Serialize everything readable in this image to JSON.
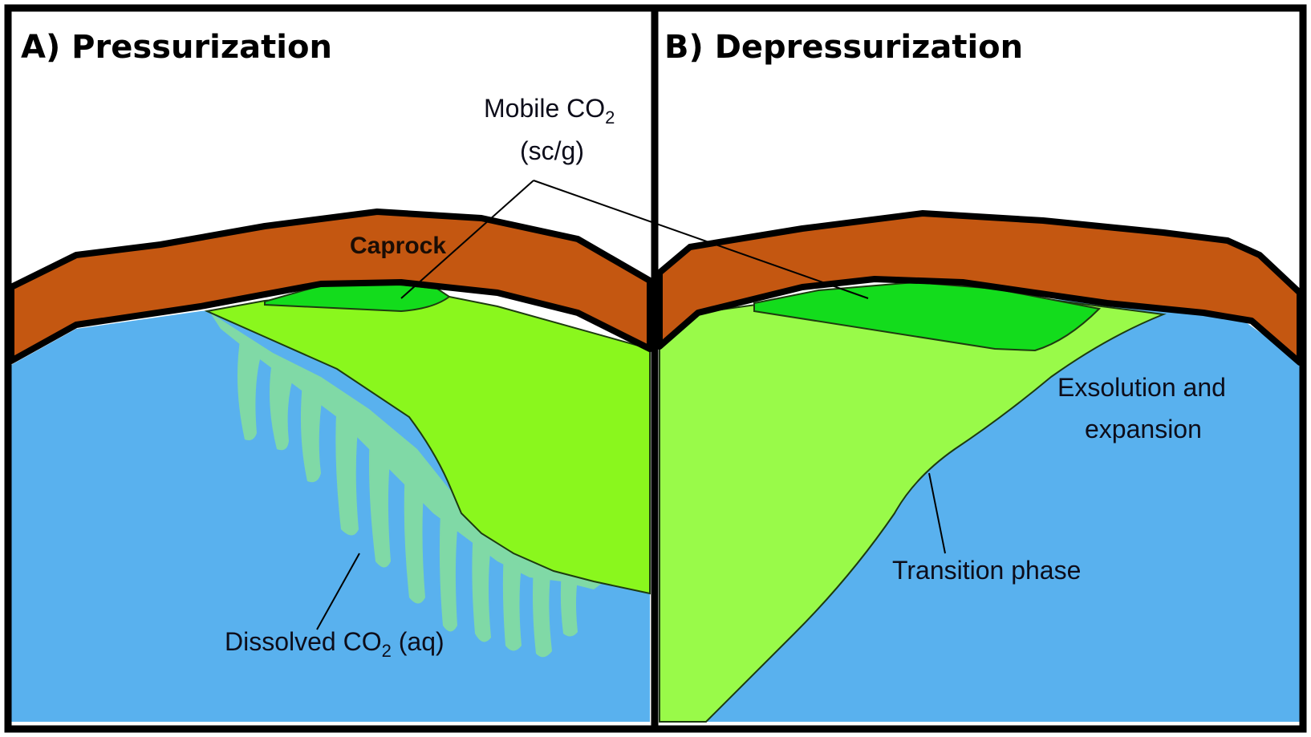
{
  "panels": {
    "a": {
      "title": "A) Pressurization"
    },
    "b": {
      "title": "B) Depressurization"
    }
  },
  "labels": {
    "caprock": "Caprock",
    "mobile_co2_main": "Mobile CO",
    "mobile_co2_sub": "2",
    "mobile_co2_phase": "(sc/g)",
    "dissolved_main": "Dissolved CO",
    "dissolved_sub": "2",
    "dissolved_suffix": " (aq)",
    "exsolution_line1": "Exsolution and",
    "exsolution_line2": "expansion",
    "transition": "Transition phase"
  },
  "colors": {
    "brine": "#59b1ee",
    "caprock": "#c45711",
    "mobile_co2": "#13dc1c",
    "co2_plume": "#8af71d",
    "transition_phase": "#99fa49",
    "dissolved_fingers": "#80d9a6",
    "frame": "#000000"
  }
}
